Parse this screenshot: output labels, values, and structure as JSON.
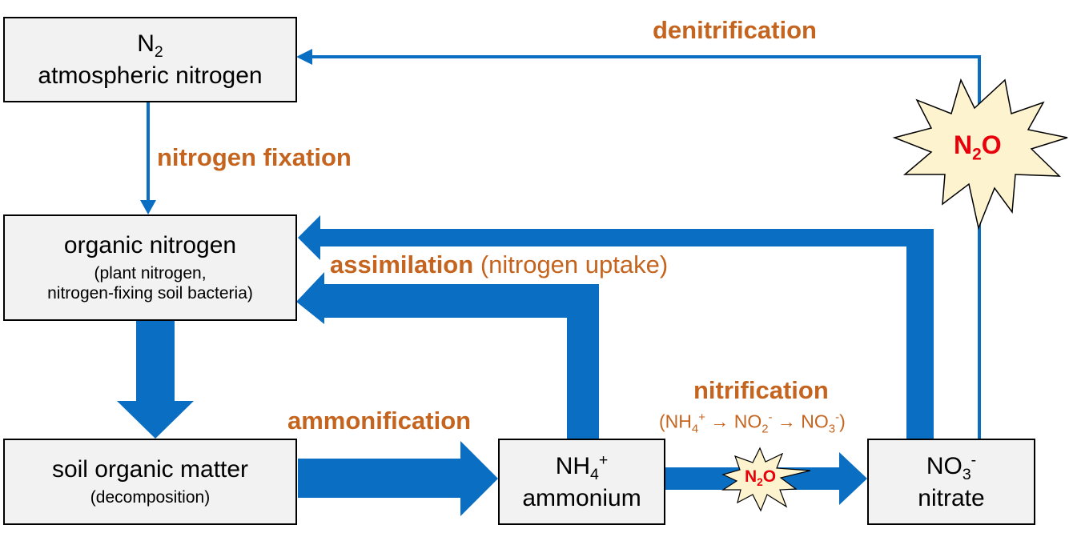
{
  "colors": {
    "arrow": "#0a6fc2",
    "label": "#c5641e",
    "box_fill": "#f2f2f2",
    "burst_fill": "#fdf3cf",
    "n2o_text": "#e8000b"
  },
  "boxes": {
    "atmospheric": {
      "formula": "N",
      "formula_sub": "2",
      "name": "atmospheric nitrogen"
    },
    "organic": {
      "name": "organic nitrogen",
      "detail_line1": "(plant nitrogen,",
      "detail_line2": "nitrogen-fixing soil bacteria)"
    },
    "soil": {
      "name": "soil organic matter",
      "detail": "(decomposition)"
    },
    "ammonium": {
      "formula": "NH",
      "formula_sub": "4",
      "formula_sup": "+",
      "name": "ammonium"
    },
    "nitrate": {
      "formula": "NO",
      "formula_sub": "3",
      "formula_sup": "-",
      "name": "nitrate"
    }
  },
  "labels": {
    "denitrification": "denitrification",
    "nitrogen_fixation": "nitrogen fixation",
    "assimilation": "assimilation",
    "nitrogen_uptake": "(nitrogen uptake)",
    "ammonification": "ammonification",
    "nitrification": "nitrification",
    "nitrification_eq": {
      "open": "(NH",
      "nh4_sub": "4",
      "nh4_sup": "+",
      "arrow1": " → NO",
      "no2_sub": "2",
      "no2_sup": "-",
      "arrow2": " → NO",
      "no3_sub": "3",
      "no3_sup": "-",
      "close": ")"
    }
  },
  "emissions": [
    {
      "formula": "N",
      "sub": "2",
      "tail": "O"
    },
    {
      "formula": "N",
      "sub": "2",
      "tail": "O"
    }
  ]
}
